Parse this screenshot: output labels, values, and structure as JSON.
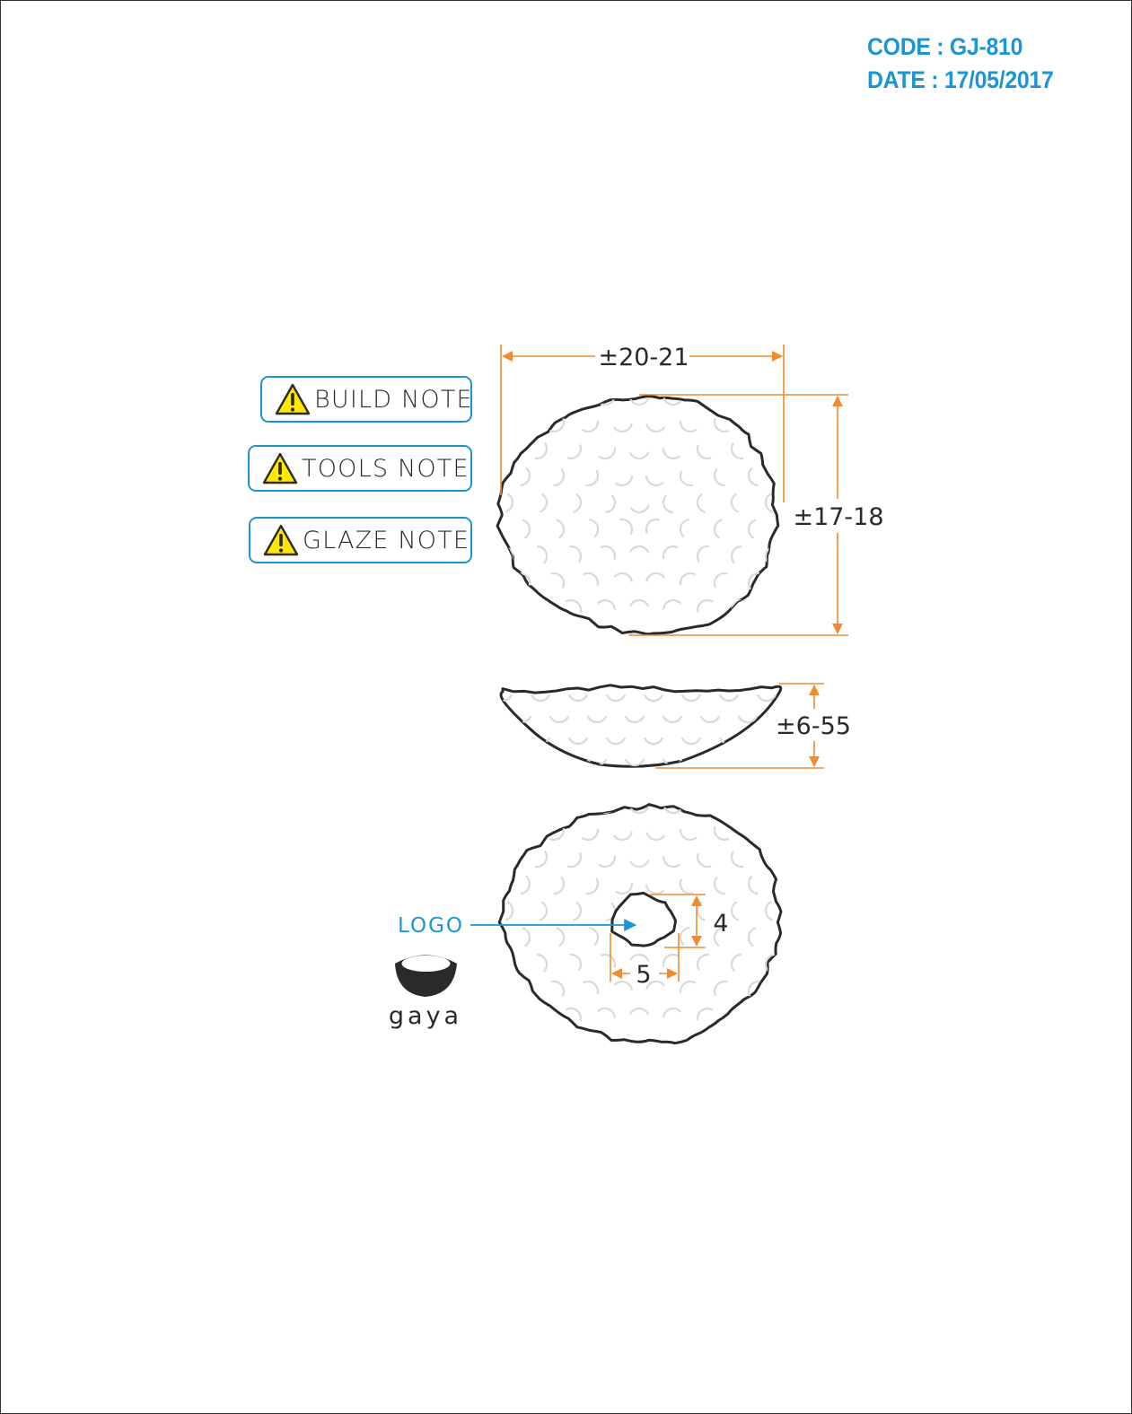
{
  "header": {
    "code": "CODE : GJ-810",
    "date": "DATE : 17/05/2017"
  },
  "notes": [
    {
      "label": "BUILD NOTE"
    },
    {
      "label": "TOOLS NOTE"
    },
    {
      "label": "GLAZE NOTE"
    }
  ],
  "dimensions": {
    "width": "±20-21",
    "depth": "±17-18",
    "height": "±6-55",
    "logo_height": "4",
    "logo_width": "5"
  },
  "logo_callout": "LOGO",
  "brand": {
    "name": "gaya",
    "icon": "bowl-logo-icon"
  },
  "colors": {
    "accent_blue": "#1e95d3",
    "dimension_orange": "#f28a30",
    "outline": "#2a2a2a",
    "warning_yellow": "#ffe800"
  }
}
